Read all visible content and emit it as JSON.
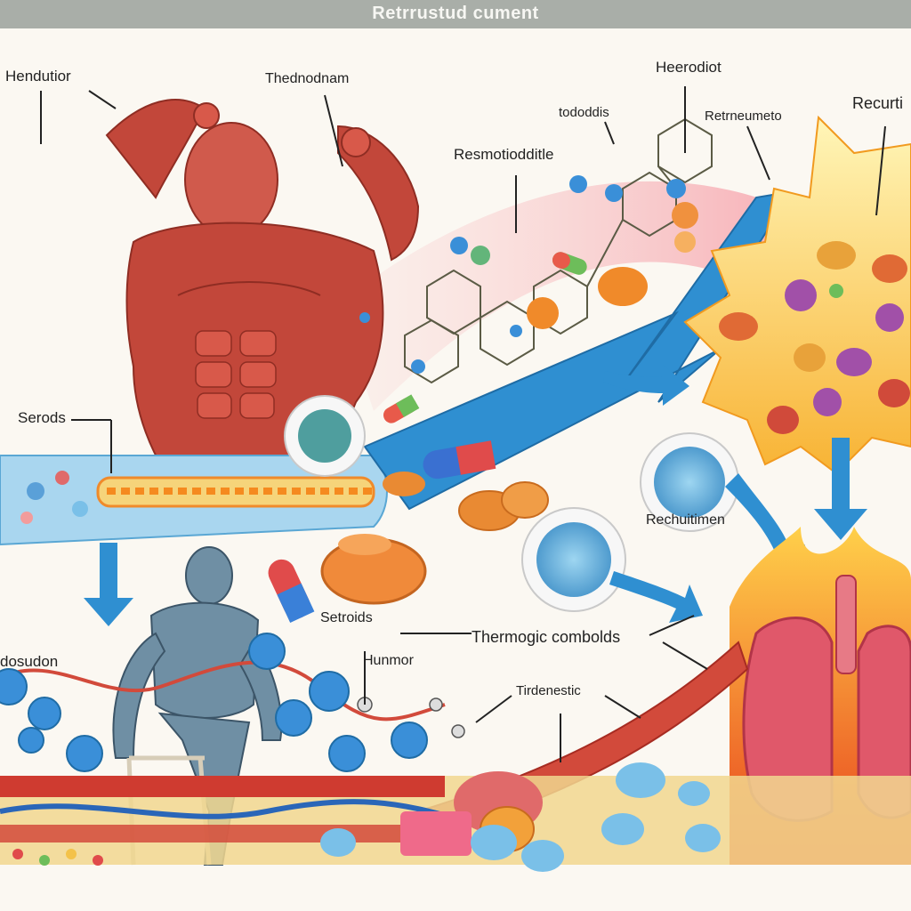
{
  "title": "Retrrustud cument",
  "labels": {
    "hendutior": "Hendutior",
    "thednodnam": "Thednodnam",
    "tododdis": "tododdis",
    "heerodiot": "Heerodiot",
    "retrneumeto": "Retrneumeto",
    "recurti": "Recurti",
    "resmotiddite": "Resmotiodditle",
    "serods": "Serods",
    "rechuitimen": "Rechuitimen",
    "setroids": "Setroids",
    "hunmor": "Hunmor",
    "thermogic": "Thermogic combolds",
    "dosudon": "dosudon",
    "tirdenestic": "Tirdenestic"
  },
  "colors": {
    "muscle": "#c2473a",
    "arrow": "#2f8fd1",
    "fire": "#f58a1f",
    "lungs": "#e0586a",
    "molecule": "#3a8fd8"
  }
}
